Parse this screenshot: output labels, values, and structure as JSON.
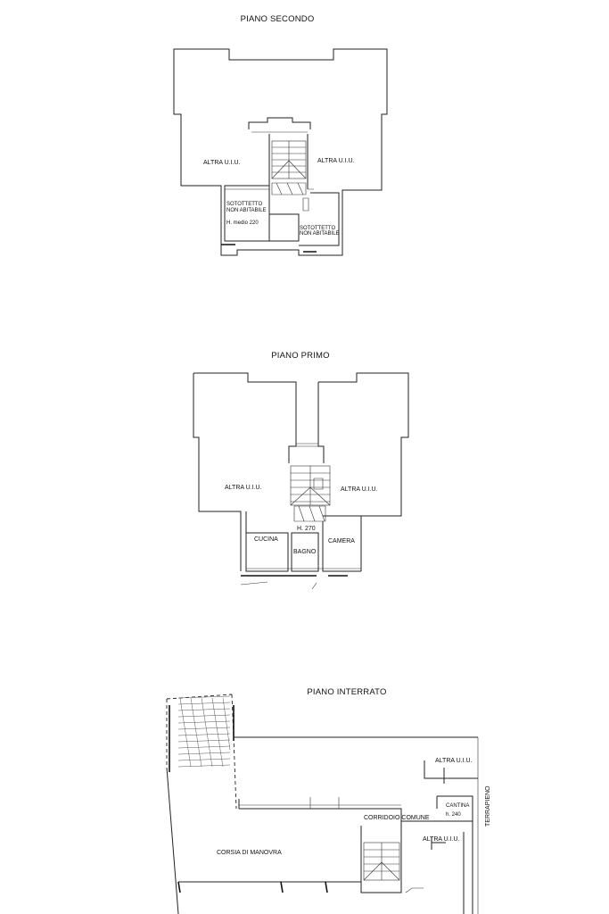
{
  "floors": {
    "second": {
      "title": "PIANO SECONDO",
      "left_unit": "ALTRA U.I.U.",
      "right_unit": "ALTRA U.I.U.",
      "attic_left_line1": "SOTOTTETTO",
      "attic_left_line2": "NON ABITABILE",
      "attic_left_height": "H. medio 220",
      "attic_right_line1": "SOTOTTETTO",
      "attic_right_line2": "NON ABITABILE"
    },
    "first": {
      "title": "PIANO PRIMO",
      "left_unit": "ALTRA U.I.U.",
      "right_unit": "ALTRA U.I.U.",
      "height": "H. 270",
      "kitchen": "CUCINA",
      "bathroom": "BAGNO",
      "bedroom": "CAMERA"
    },
    "basement": {
      "title": "PIANO INTERRATO",
      "unit_top": "ALTRA U.I.U.",
      "corridor": "CORRIDOIO COMUNE",
      "maneuver": "CORSIA DI MANOVRA",
      "unit_bottom": "ALTRA U.I.U.",
      "cellar": "CANTINA",
      "cellar_height": "h. 240",
      "embankment": "TERRAPIENO"
    }
  }
}
